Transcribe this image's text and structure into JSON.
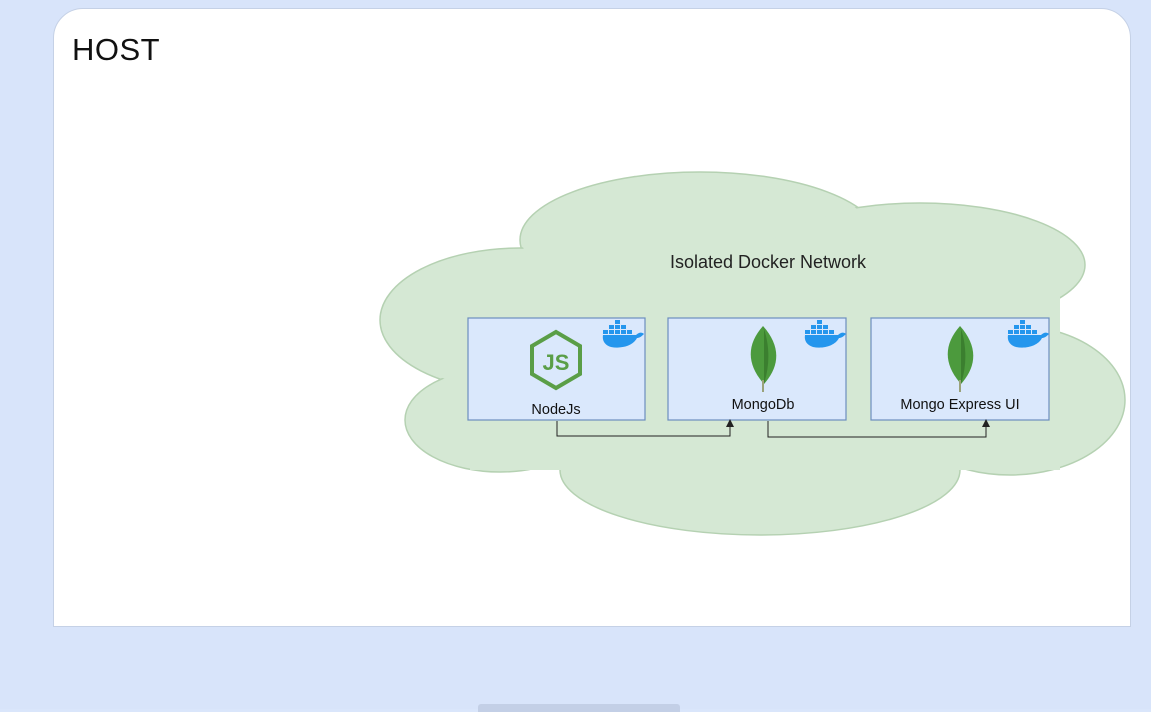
{
  "host": {
    "label": "HOST"
  },
  "network": {
    "label": "Isolated Docker Network"
  },
  "containers": [
    {
      "label": "NodeJs",
      "icon": "nodejs-icon",
      "badge_icon": "docker-icon"
    },
    {
      "label": "MongoDb",
      "icon": "mongodb-leaf-icon",
      "badge_icon": "docker-icon"
    },
    {
      "label": "Mongo Express UI",
      "icon": "mongodb-leaf-icon",
      "badge_icon": "docker-icon"
    }
  ],
  "connections": [
    {
      "from": "NodeJs",
      "to": "MongoDb"
    },
    {
      "from": "MongoDb",
      "to": "Mongo Express UI"
    }
  ],
  "colors": {
    "background": "#dae6fb",
    "cloud_fill": "#d5e8d4",
    "cloud_stroke": "#b5d1b2",
    "box_fill": "#dae8fc",
    "box_stroke": "#6c8ebf",
    "nodejs_green": "#5a9e47",
    "mongo_leaf": "#4c9a3d",
    "docker_blue": "#2496ed"
  }
}
